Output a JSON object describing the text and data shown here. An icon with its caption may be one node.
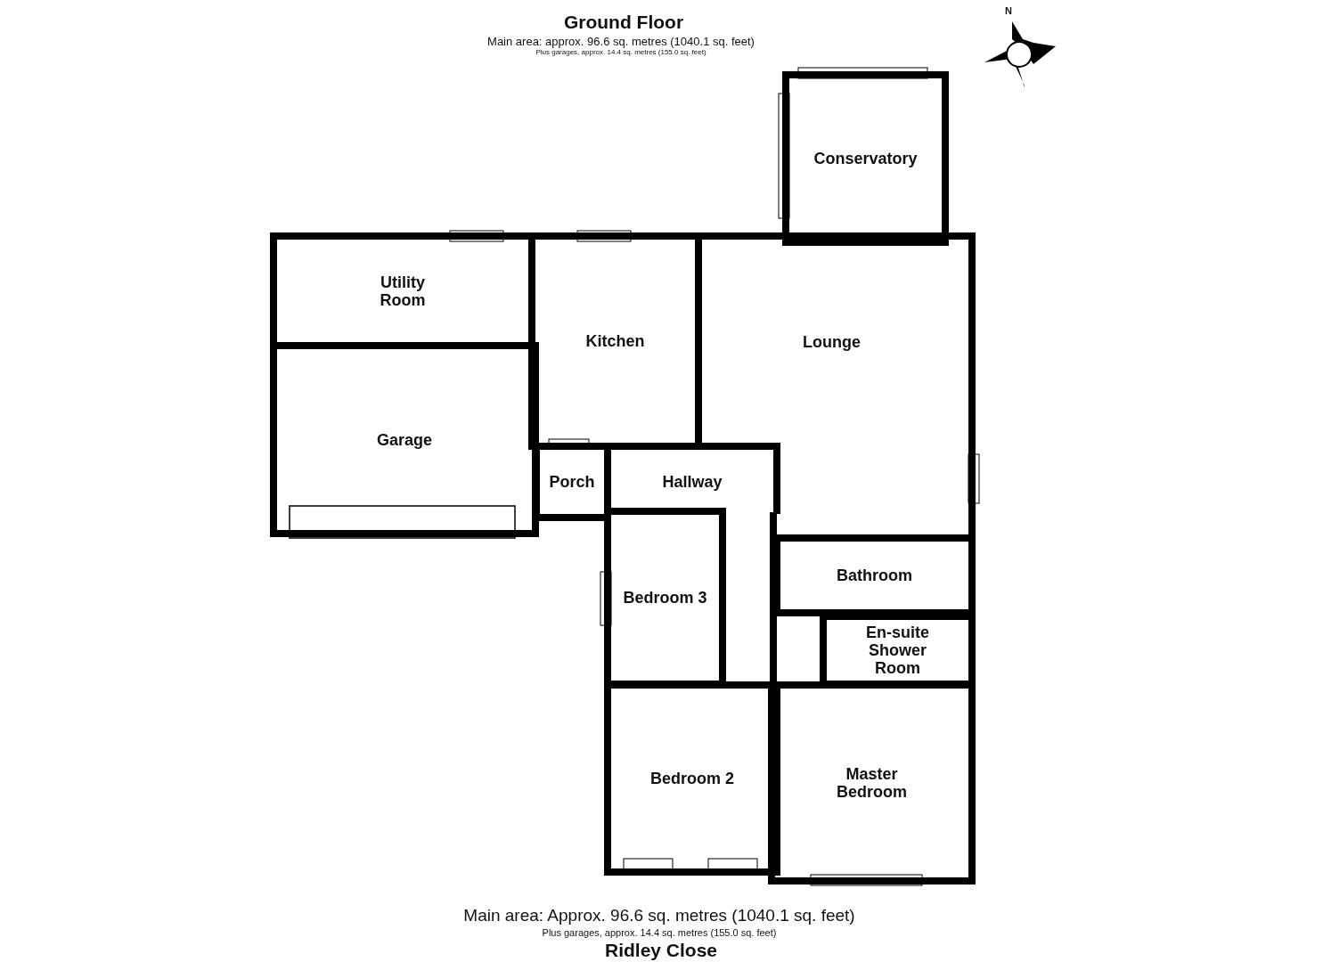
{
  "diagram": {
    "title": "Ground Floor",
    "nodes": [
      {
        "text": [
          "Conservatory"
        ]
      },
      {
        "text": [
          "Utility Room"
        ]
      },
      {
        "text": [
          "Kitchen"
        ]
      },
      {
        "text": [
          "Lounge"
        ]
      },
      {
        "text": [
          "Garage"
        ]
      },
      {
        "text": [
          "Porch"
        ]
      },
      {
        "text": [
          "Hallway"
        ]
      },
      {
        "text": [
          "Bathroom"
        ]
      },
      {
        "text": [
          "Bedroom 3"
        ]
      },
      {
        "text": [
          "En-suite Shower Room"
        ]
      },
      {
        "text": [
          "Bedroom 2"
        ]
      },
      {
        "text": [
          "Master Bedroom"
        ]
      }
    ],
    "labels": [
      "Main area: approx. 96.6 sq. metres (1040.1 sq. feet)",
      "Plus garages, approx. 14.4 sq. metres (155.0 sq. feet)",
      "N",
      "Main area: Approx. 96.6 sq. metres (1040.1 sq. feet)",
      "Plus garages, approx. 14.4 sq. metres (155.0 sq. feet)",
      "Ridley Close"
    ]
  }
}
